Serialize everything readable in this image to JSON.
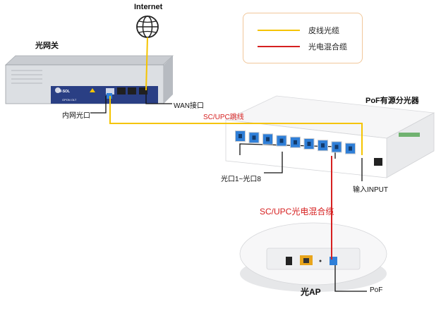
{
  "colors": {
    "fiber": "#f5c400",
    "hybrid": "#d62020",
    "legend_border": "#f1c79a",
    "label_red": "#d62020",
    "port_blue": "#2f7fd8",
    "olt_panel": "#2a3f84"
  },
  "icons": {
    "internet": "globe-icon",
    "olt": "gpon-olt-device",
    "splitter": "poe-splitter-device",
    "ap": "ceiling-ap-device"
  },
  "legend": {
    "fiber_label": "皮线光缆",
    "hybrid_label": "光电混合缆"
  },
  "internet": {
    "label": "Internet"
  },
  "olt": {
    "title": "光网关",
    "brand": "V-SOL",
    "model": "GPON OLT",
    "wan_port_label": "WAN接口",
    "pon_port_label": "内网光口"
  },
  "splitter": {
    "title": "PoF有源分光器",
    "patch_label": "SC/UPC跳线",
    "ports_label": "光口1~光口8",
    "input_label": "输入INPUT"
  },
  "hybrid_cable": {
    "label": "SC/UPC光电混合缆"
  },
  "ap": {
    "title": "光AP",
    "pof_label": "PoF"
  }
}
